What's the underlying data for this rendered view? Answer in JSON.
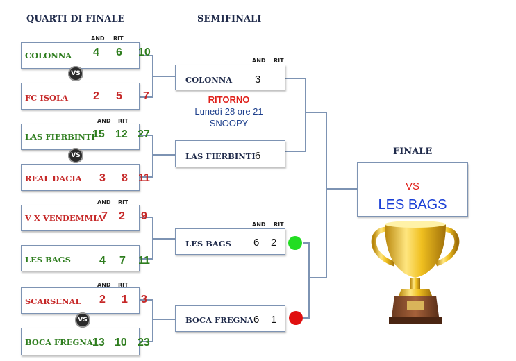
{
  "headers": {
    "quarter": "QUARTI DI FINALE",
    "semi": "SEMIFINALI",
    "final": "FINALE"
  },
  "leg_labels": {
    "and": "AND",
    "rit": "RIT"
  },
  "vs_badge": "VS",
  "quarters": [
    {
      "home": {
        "name": "COLONNA",
        "and": "4",
        "rit": "6",
        "total": "10"
      },
      "away": {
        "name": "FC ISOLA",
        "and": "2",
        "rit": "5",
        "total": "7"
      }
    },
    {
      "home": {
        "name": "LAS FIERBINTI",
        "and": "15",
        "rit": "12",
        "total": "27"
      },
      "away": {
        "name": "REAL DACIA",
        "and": "3",
        "rit": "8",
        "total": "11"
      }
    },
    {
      "home": {
        "name": "V X VENDEMMIA",
        "and": "7",
        "rit": "2",
        "total": "9"
      },
      "away": {
        "name": "LES BAGS",
        "and": "4",
        "rit": "7",
        "total": "11"
      }
    },
    {
      "home": {
        "name": "SCARSENAL",
        "and": "2",
        "rit": "1",
        "total": "3"
      },
      "away": {
        "name": "BOCA FREGNA",
        "and": "13",
        "rit": "10",
        "total": "23"
      }
    }
  ],
  "semis": [
    {
      "name": "COLONNA",
      "and": "3"
    },
    {
      "name": "LAS FIERBINTI",
      "and": "6"
    },
    {
      "name": "LES BAGS",
      "and": "6",
      "rit": "2",
      "dot_color": "#22dd22"
    },
    {
      "name": "BOCA FREGNA",
      "and": "6",
      "rit": "1",
      "dot_color": "#e01010"
    }
  ],
  "return_note": {
    "title": "RITORNO",
    "line1": "Lunedì 28 ore 21",
    "line2": "SNOOPY"
  },
  "final": {
    "vs": "VS",
    "team": "LES BAGS"
  },
  "colors": {
    "green": "#2e7d1e",
    "red": "#c62828",
    "bracket": "#7d93b3",
    "final_team": "#1a3fd6"
  }
}
